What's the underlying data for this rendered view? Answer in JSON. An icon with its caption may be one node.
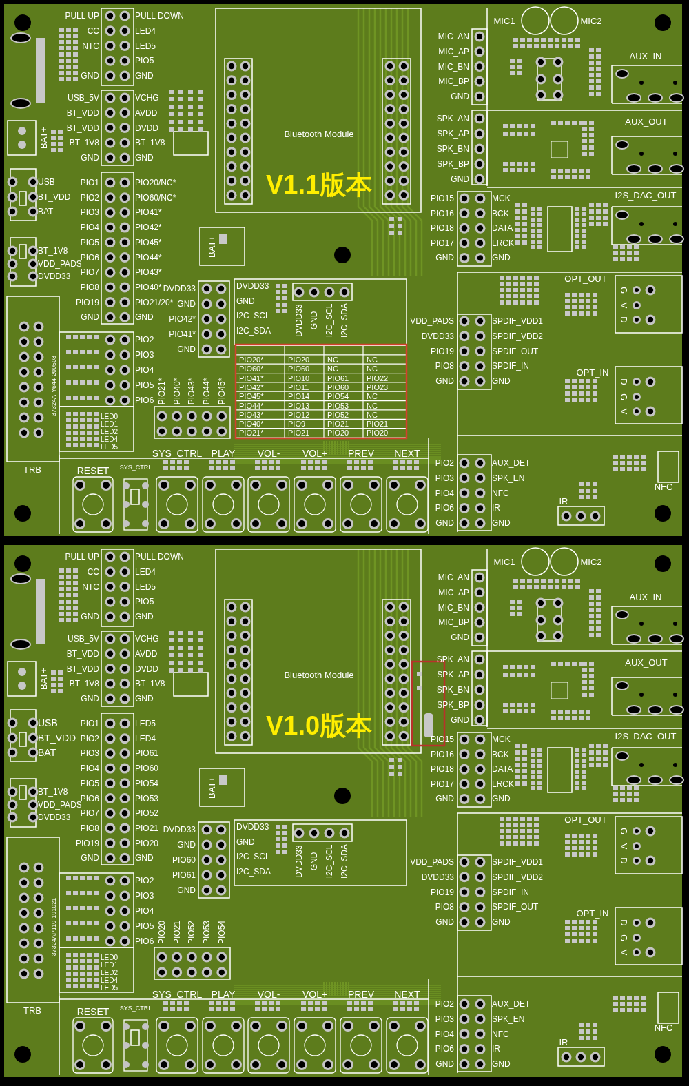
{
  "diagram": {
    "labels": [
      "PULL UP",
      "CC",
      "NTC",
      "GND",
      "PULL DOWN",
      "LED4",
      "LED5",
      "PIO5",
      "GND",
      "USB_5V",
      "BT_VDD",
      "BT_VDD",
      "BT_1V8",
      "GND",
      "VCHG",
      "AVDD",
      "DVDD",
      "BT_1V8",
      "GND",
      "PIO1",
      "PIO2",
      "PIO3",
      "PIO4",
      "PIO5",
      "PIO6",
      "PIO7",
      "PIO8",
      "PIO19",
      "GND",
      "PIO20/NC*",
      "PIO60/NC*",
      "PIO41*",
      "PIO42*",
      "PIO45*",
      "PIO44*",
      "PIO43*",
      "PIO40*",
      "PIO21/20*",
      "GND",
      "PIO2",
      "PIO3",
      "PIO4",
      "PIO5",
      "PIO6",
      "LED0",
      "LED1",
      "LED2",
      "LED4",
      "LED5",
      "USB",
      "BT_VDD",
      "BAT",
      "BT_1V8",
      "VDD_PADS",
      "DVDD33",
      "BAT+",
      "37324A-Y644-200503",
      "TRB",
      "DVDD33",
      "GND",
      "PIO42*",
      "PIO41*",
      "GND",
      "PIO21*",
      "PIO40*",
      "PIO43*",
      "PIO44*",
      "PIO45*",
      "Bluetooth Module",
      "V1.1版本",
      "BAT+",
      "DVDD33",
      "GND",
      "I2C_SCL",
      "I2C_SDA",
      "DVDD33",
      "GND",
      "I2C_SCL",
      "I2C_SDA",
      "PIO20*",
      "PIO20",
      "NC",
      "NC",
      "PIO60*",
      "PIO60",
      "NC",
      "NC",
      "PIO41*",
      "PIO10",
      "PIO61",
      "PIO22",
      "PIO42*",
      "PIO11",
      "PIO60",
      "PIO23",
      "PIO45*",
      "PIO14",
      "PIO54",
      "NC",
      "PIO44*",
      "PIO13",
      "PIO53",
      "NC",
      "PIO43*",
      "PIO12",
      "PIO52",
      "NC",
      "PIO40*",
      "PIO9",
      "PIO21",
      "PIO21",
      "PIO21*",
      "PIO21",
      "PIO20",
      "PIO20",
      "MIC1",
      "MIC2",
      "AUX_IN",
      "AUX_OUT",
      "I2S_DAC_OUT",
      "MIC_AN",
      "MIC_AP",
      "MIC_BN",
      "MIC_BP",
      "GND",
      "SPK_AN",
      "SPK_AP",
      "SPK_BN",
      "SPK_BP",
      "GND",
      "PIO15",
      "PIO16",
      "PIO18",
      "PIO17",
      "GND",
      "MCK",
      "BCK",
      "DATA",
      "LRCK",
      "GND",
      "OPT_OUT",
      "G",
      "V",
      "D",
      "VDD_PADS",
      "DVDD33",
      "PIO19",
      "PIO8",
      "GND",
      "SPDIF_VDD1",
      "SPDIF_VDD2",
      "SPDIF_OUT",
      "SPDIF_IN",
      "GND",
      "OPT_IN",
      "D",
      "G",
      "V",
      "PIO2",
      "PIO3",
      "PIO4",
      "PIO6",
      "GND",
      "AUX_DET",
      "SPK_EN",
      "NFC",
      "IR",
      "GND",
      "NFC",
      "IR",
      "SYS_CTRL",
      "PLAY",
      "VOL-",
      "VOL+",
      "PREV",
      "NEXT",
      "RESET",
      "SYS_CTRL",
      "PULL UP",
      "CC",
      "NTC",
      "GND",
      "PULL DOWN",
      "LED4",
      "LED5",
      "PIO5",
      "GND",
      "USB_5V",
      "BT_VDD",
      "BT_VDD",
      "BT_1V8",
      "GND",
      "VCHG",
      "AVDD",
      "DVDD",
      "BT_1V8",
      "GND",
      "PIO1",
      "PIO2",
      "PIO3",
      "PIO4",
      "PIO5",
      "PIO6",
      "PIO7",
      "PIO8",
      "PIO19",
      "GND",
      "LED5",
      "LED4",
      "PIO61",
      "PIO60",
      "PIO54",
      "PIO53",
      "PIO52",
      "PIO21",
      "PIO20",
      "GND",
      "PIO2",
      "PIO3",
      "PIO4",
      "PIO5",
      "PIO6",
      "LED0",
      "LED1",
      "LED2",
      "LED4",
      "LED5",
      "USB",
      "BT_VDD",
      "BAT",
      "BT_1V8",
      "VDD_PADS",
      "DVDD33",
      "BAT+",
      "37324AP110-191021",
      "TRB",
      "DVDD33",
      "GND",
      "PIO60",
      "PIO61",
      "GND",
      "PIO20",
      "PIO21",
      "PIO52",
      "PIO53",
      "PIO54",
      "Bluetooth Module",
      "V1.0版本",
      "BAT+",
      "DVDD33",
      "GND",
      "I2C_SCL",
      "I2C_SDA",
      "DVDD33",
      "GND",
      "I2C_SCL",
      "I2C_SDA",
      "MIC1",
      "MIC2",
      "AUX_IN",
      "AUX_OUT",
      "I2S_DAC_OUT",
      "MIC_AN",
      "MIC_AP",
      "MIC_BN",
      "MIC_BP",
      "GND",
      "SPK_AN",
      "SPK_AP",
      "SPK_BN",
      "SPK_BP",
      "GND",
      "PIO15",
      "PIO16",
      "PIO18",
      "PIO17",
      "GND",
      "MCK",
      "BCK",
      "DATA",
      "LRCK",
      "GND",
      "OPT_OUT",
      "G",
      "V",
      "D",
      "VDD_PADS",
      "DVDD33",
      "PIO19",
      "PIO8",
      "GND",
      "SPDIF_VDD1",
      "SPDIF_VDD2",
      "SPDIF_IN",
      "SPDIF_OUT",
      "GND",
      "OPT_IN",
      "D",
      "G",
      "V",
      "PIO2",
      "PIO3",
      "PIO4",
      "PIO6",
      "GND",
      "AUX_DET",
      "SPK_EN",
      "NFC",
      "IR",
      "GND",
      "NFC",
      "IR",
      "SYS_CTRL",
      "PLAY",
      "VOL-",
      "VOL+",
      "PREV",
      "NEXT",
      "RESET",
      "SYS_CTRL"
    ]
  }
}
